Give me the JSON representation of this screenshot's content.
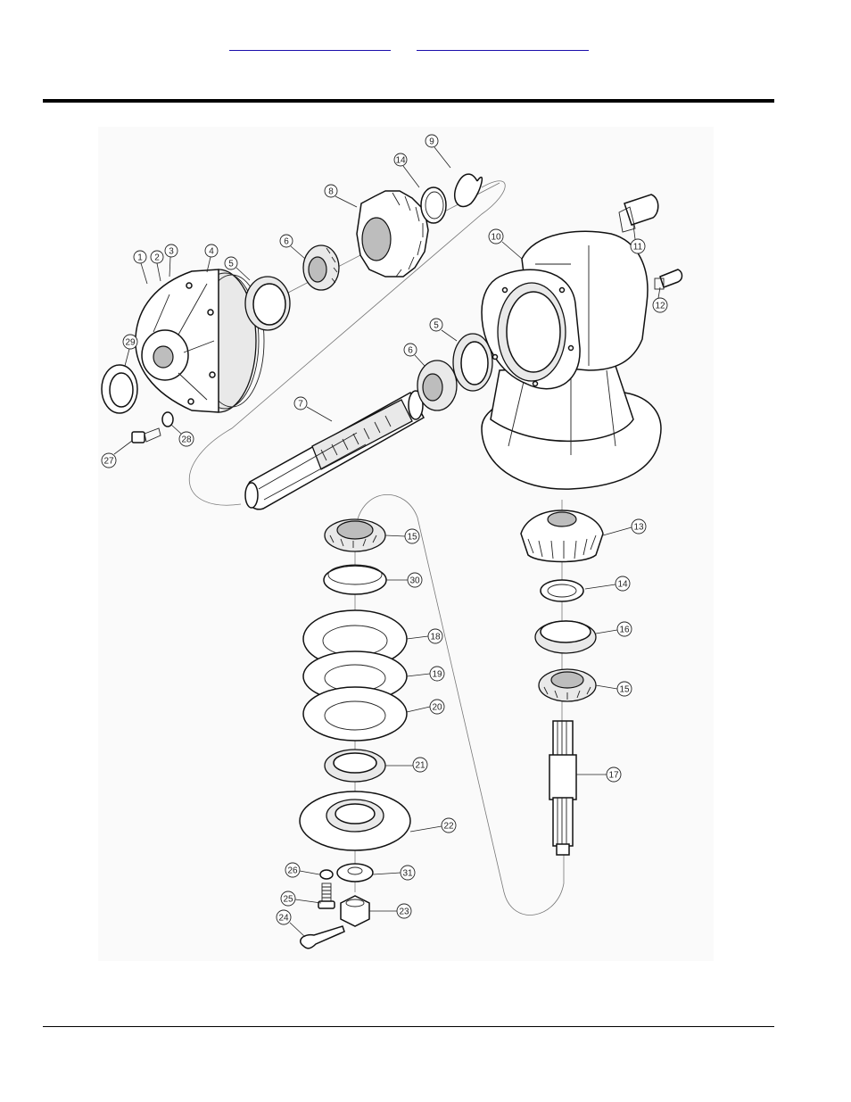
{
  "callouts": [
    {
      "n": "1"
    },
    {
      "n": "2"
    },
    {
      "n": "3"
    },
    {
      "n": "4"
    },
    {
      "n": "5"
    },
    {
      "n": "6"
    },
    {
      "n": "7"
    },
    {
      "n": "8"
    },
    {
      "n": "9"
    },
    {
      "n": "10"
    },
    {
      "n": "11"
    },
    {
      "n": "12"
    },
    {
      "n": "14"
    },
    {
      "n": "5"
    },
    {
      "n": "6"
    },
    {
      "n": "13"
    },
    {
      "n": "14"
    },
    {
      "n": "15"
    },
    {
      "n": "15"
    },
    {
      "n": "16"
    },
    {
      "n": "17"
    },
    {
      "n": "18"
    },
    {
      "n": "19"
    },
    {
      "n": "20"
    },
    {
      "n": "21"
    },
    {
      "n": "22"
    },
    {
      "n": "23"
    },
    {
      "n": "24"
    },
    {
      "n": "25"
    },
    {
      "n": "26"
    },
    {
      "n": "27"
    },
    {
      "n": "28"
    },
    {
      "n": "29"
    },
    {
      "n": "30"
    },
    {
      "n": "31"
    }
  ]
}
